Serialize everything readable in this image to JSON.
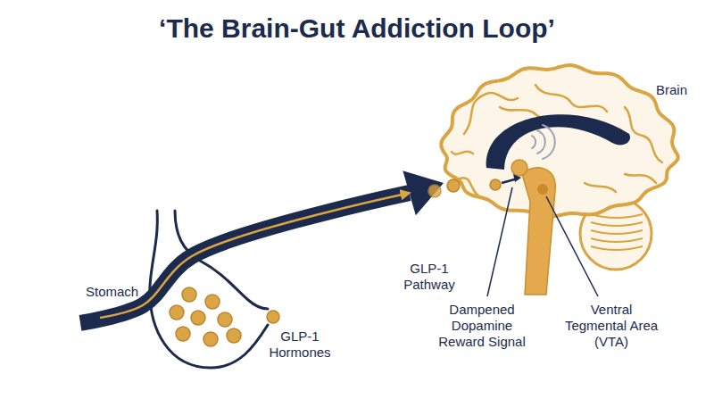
{
  "diagram": {
    "title": "‘The Brain-Gut Addiction Loop’",
    "nodes": [
      {
        "text": [
          "Stomach"
        ]
      },
      {
        "text": [
          "Brain"
        ]
      }
    ],
    "edges": [
      {
        "from": 0,
        "to": 1,
        "arrow": "to",
        "label": "GLP-1 Pathway"
      }
    ],
    "labels": [
      "GLP-1 Hormones",
      "Dampened Dopamine Reward Signal",
      "Ventral Tegmental Area (VTA)"
    ]
  }
}
